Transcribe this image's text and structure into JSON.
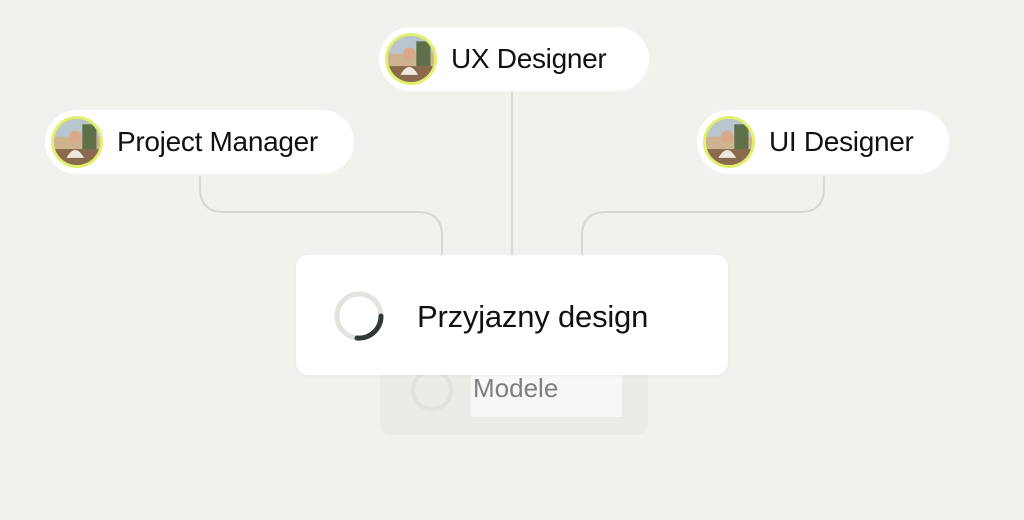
{
  "roles": {
    "ux_designer": {
      "label": "UX Designer"
    },
    "project_manager": {
      "label": "Project Manager"
    },
    "ui_designer": {
      "label": "UI Designer"
    }
  },
  "cards": {
    "active": {
      "label": "Przyjazny design"
    },
    "queued": {
      "label": "Modele"
    }
  },
  "colors": {
    "background": "#f2f1ee",
    "card": "#ffffff",
    "avatar_ring": "#e2ef6a",
    "connector": "#d8d7d3",
    "spinner_track": "#e4e3e0",
    "spinner_arc": "#2f3a35",
    "muted_text": "#7f7f7f"
  }
}
